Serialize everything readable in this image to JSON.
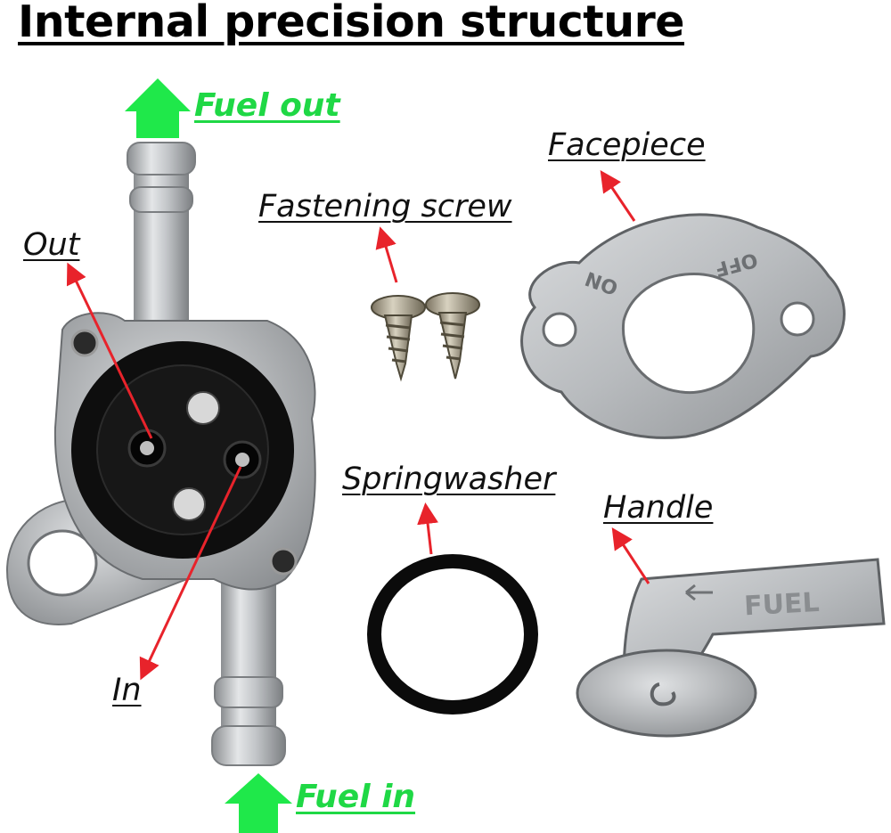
{
  "title": "Internal precision structure",
  "labels": {
    "fuel_out": "Fuel out",
    "fuel_in": "Fuel in",
    "out": "Out",
    "in": "In",
    "fastening_screw": "Fastening screw",
    "facepiece": "Facepiece",
    "springwasher": "Springwasher",
    "handle": "Handle"
  },
  "part_markings": {
    "facepiece_on": "ON",
    "facepiece_off": "OFF",
    "handle_text": "FUEL"
  },
  "colors": {
    "flow_arrow": "#1fe84a",
    "pointer": "#e8232b",
    "metal": "#c7c9cb",
    "rubber": "#111111"
  }
}
